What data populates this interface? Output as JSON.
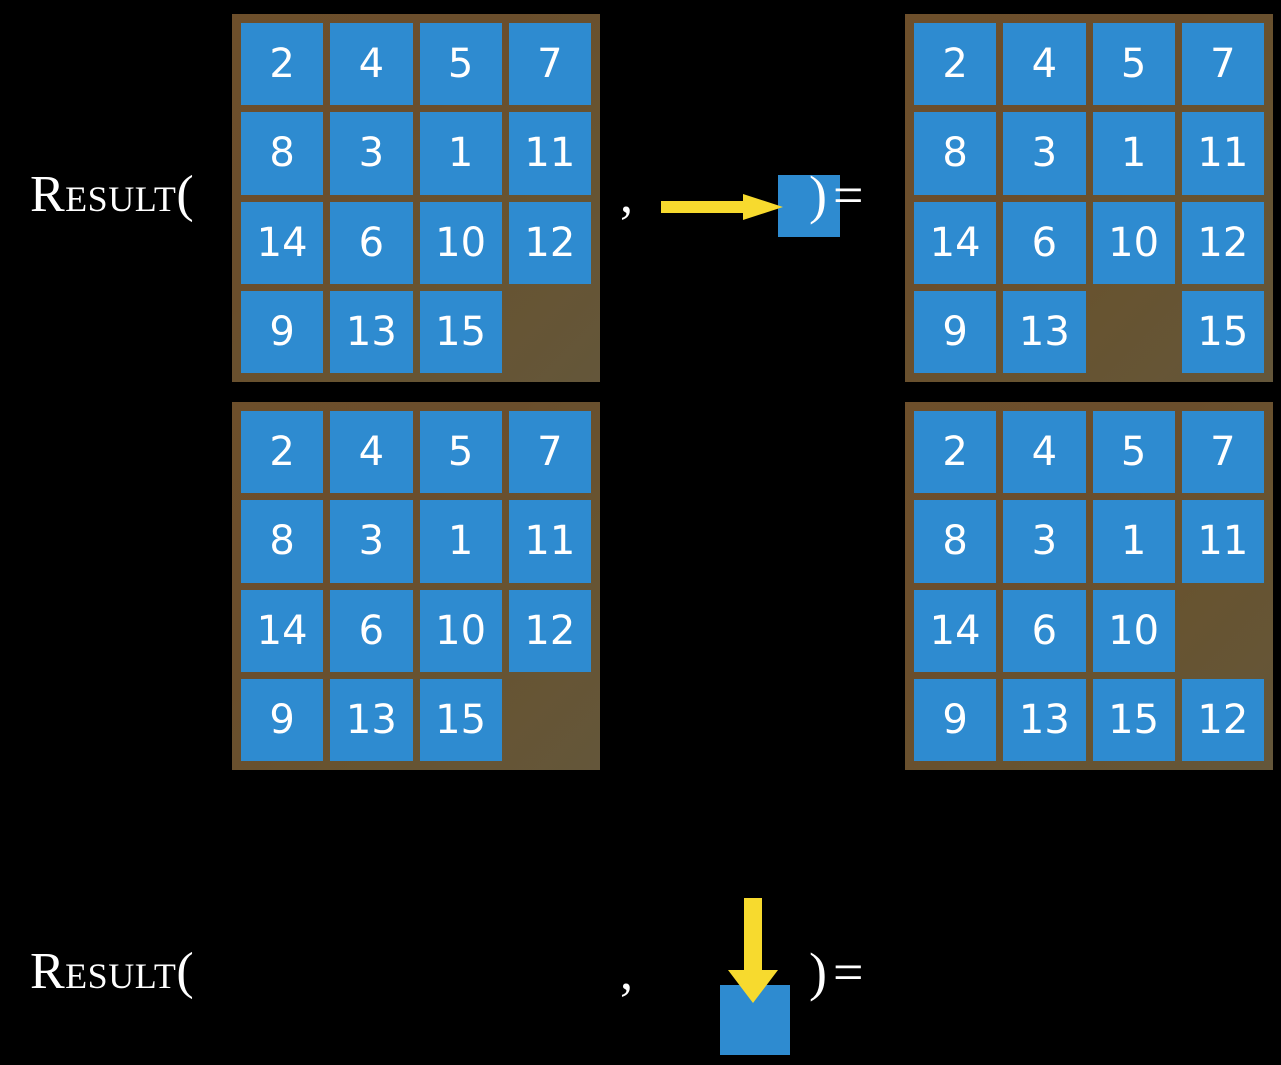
{
  "background_color": "#000000",
  "palette": {
    "tile_blue": "#2e8bd0",
    "frame_brown_start": "#6d4f2b",
    "frame_brown_end": "#64563a",
    "arrow_yellow": "#f7da2e",
    "text_white": "#ffffff"
  },
  "rows": [
    {
      "label": "Result(",
      "comma": ",",
      "close_paren": ")",
      "equals": "=",
      "action": {
        "icon": "arrow-right-into-blank-tile",
        "direction": "right",
        "arrow_color": "#f7da2e",
        "square_color": "#2e8bd0"
      },
      "input_board": {
        "rows": [
          [
            "2",
            "4",
            "5",
            "7"
          ],
          [
            "8",
            "3",
            "1",
            "11"
          ],
          [
            "14",
            "6",
            "10",
            "12"
          ],
          [
            "9",
            "13",
            "15",
            ""
          ]
        ],
        "blank_position": [
          3,
          3
        ]
      },
      "output_board": {
        "rows": [
          [
            "2",
            "4",
            "5",
            "7"
          ],
          [
            "8",
            "3",
            "1",
            "11"
          ],
          [
            "14",
            "6",
            "10",
            "12"
          ],
          [
            "9",
            "13",
            "",
            "15"
          ]
        ],
        "blank_position": [
          3,
          2
        ]
      }
    },
    {
      "label": "Result(",
      "comma": ",",
      "close_paren": ")",
      "equals": "=",
      "action": {
        "icon": "arrow-down-into-blank-tile",
        "direction": "down",
        "arrow_color": "#f7da2e",
        "square_color": "#2e8bd0"
      },
      "input_board": {
        "rows": [
          [
            "2",
            "4",
            "5",
            "7"
          ],
          [
            "8",
            "3",
            "1",
            "11"
          ],
          [
            "14",
            "6",
            "10",
            "12"
          ],
          [
            "9",
            "13",
            "15",
            ""
          ]
        ],
        "blank_position": [
          3,
          3
        ]
      },
      "output_board": {
        "rows": [
          [
            "2",
            "4",
            "5",
            "7"
          ],
          [
            "8",
            "3",
            "1",
            "11"
          ],
          [
            "14",
            "6",
            "10",
            ""
          ],
          [
            "9",
            "13",
            "15",
            "12"
          ]
        ],
        "blank_position": [
          2,
          3
        ]
      }
    }
  ]
}
